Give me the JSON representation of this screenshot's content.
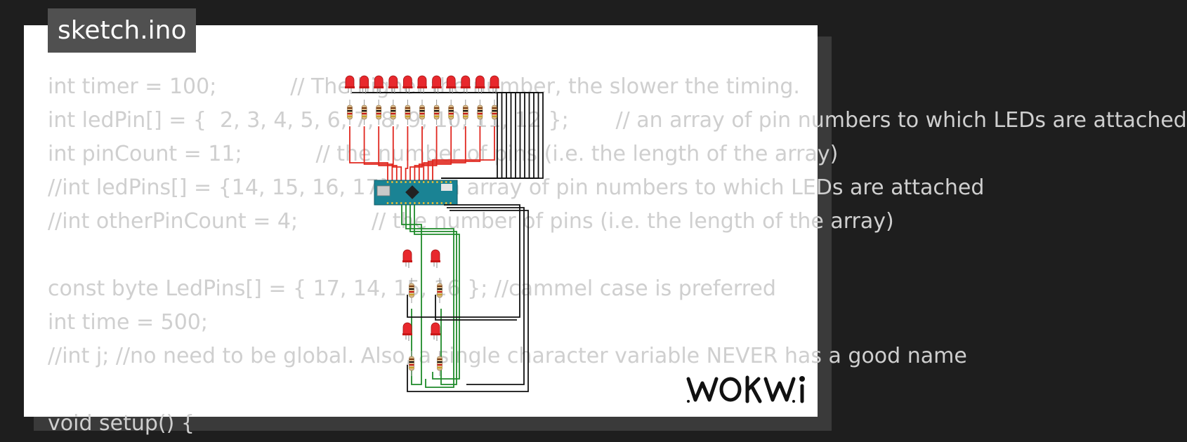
{
  "project": {
    "filename": "sketch.ino"
  },
  "code": {
    "lines": [
      "int timer = 100;           // The higher the number, the slower the timing.",
      "int ledPin[] = {  2, 3, 4, 5, 6, 7, 8, 9, 10, 11, 12 };       // an array of pin numbers to which LEDs are attached",
      "int pinCount = 11;           // the number of pins (i.e. the length of the array)",
      "//int ledPins[] = {14, 15, 16, 17};  // an array of pin numbers to which LEDs are attached",
      "//int otherPinCount = 4;           // the number of pins (i.e. the length of the array)",
      "",
      "const byte LedPins[] = { 17, 14, 15, 16 }; //cammel case is preferred",
      "int time = 500;",
      "//int j; //no need to be global. Also, a single character variable NEVER has a good name",
      "",
      "void setup() {"
    ]
  },
  "circuit": {
    "board": "arduino-nano",
    "top_leds": {
      "count": 11,
      "color": "red"
    },
    "bottom_leds": {
      "count": 4,
      "color": "red"
    },
    "colors": {
      "led": "#e8282d",
      "wire_red": "#e0271f",
      "wire_black": "#111111",
      "wire_green": "#1f8a2a",
      "board": "#1a8394"
    }
  },
  "brand": {
    "logo_text": "WOKWi",
    "logo_icon": "wokwi-logo"
  }
}
